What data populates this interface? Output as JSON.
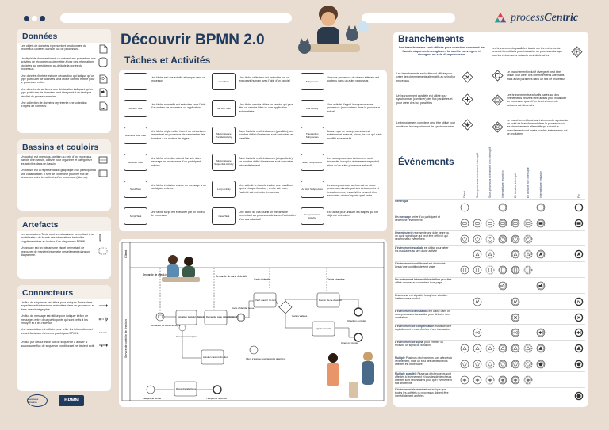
{
  "header": {
    "brand_prefix": "process",
    "brand_suffix": "Centric",
    "main_title": "Découvrir BPMN 2.0"
  },
  "left": {
    "donnees": {
      "title": "Données",
      "items": [
        {
          "text": "Les objets de données représentent les données du processus utilisées dans le flux de processus.",
          "icon": "data-object-icon"
        },
        {
          "text": "Un dépôt de données fournit un mécanisme permettant aux activités de récupérer ou de mettre à jour des informations stockées qui persisteront au-delà de la portée du processus.",
          "icon": "data-store-icon"
        },
        {
          "text": "Une donnée d'entrée est une déclaration qui indique qu'un type particulier de données sera utilisé comme entrée pour le processus entier.",
          "icon": "data-input-icon"
        },
        {
          "text": "Une donnée de sortie est une déclaration indiquant qu'un type particulier de données peut être produit en tant que résultat du processus entier.",
          "icon": "data-output-icon"
        },
        {
          "text": "Une collection de données représente une collection d'objets de données.",
          "icon": "data-collection-icon"
        }
      ]
    },
    "bassins": {
      "title": "Bassins et couloirs",
      "items": [
        {
          "text": "Un couloir est une sous-partition au sein d'un processus, parfois d'un bassin, utilisée pour organiser et catégoriser les activités dans un bassin.",
          "icon": "lane-icon"
        },
        {
          "text": "Un bassin est la représentation graphique d'un participant à une collaboration. Il sert de conteneur pour les flux de séquence entre les activités d'un processus (interne).",
          "icon": "pool-icon"
        }
      ]
    },
    "artefacts": {
      "title": "Artefacts",
      "items": [
        {
          "text": "Les annotations Texte sont un mécanisme permettant à un modélisateur de fournir des informations textuelles supplémentaires au lecteur d'un diagramme BPMN.",
          "icon": "annotation-icon"
        },
        {
          "text": "Un groupe est un mécanisme visuel permettant de regrouper de manière informelle des éléments dans un diagramme.",
          "icon": "group-icon"
        }
      ]
    },
    "connecteurs": {
      "title": "Connecteurs",
      "items": [
        {
          "text": "Un flux de séquence est utilisé pour indiquer l'ordre dans lequel les activités seront exécutées dans un processus et dans une chorégraphie.",
          "icon": "sequence-flow-icon"
        },
        {
          "text": "Un flux de message est utilisé pour indiquer le flux de messages entre deux participants qui sont prêts à les envoyer et à les recevoir.",
          "icon": "message-flow-icon"
        },
        {
          "text": "Une association est utilisée pour relier les informations et les artefacts aux éléments graphiques BPMN.",
          "icon": "association-icon"
        },
        {
          "text": "Un flux par défaut est le flux de séquence à activer si aucun autre flux de séquence conditionnel ne devient actif.",
          "icon": "default-flow-icon"
        }
      ]
    }
  },
  "taches": {
    "title": "Tâches et Activités",
    "cells": [
      {
        "box": "",
        "text": "Une tâche est une activité atomique dans un processus"
      },
      {
        "box": "User Task",
        "text": "Une tâche utilisateur est exécutée par un exécutant humain avec l'aide d'un logiciel"
      },
      {
        "box": "Subprocess",
        "text": "Un sous-processus de niveau inférieur est contenu dans un autre processus"
      },
      {
        "box": "Manual Task",
        "text": "Une tâche manuelle est exécutée sans l'aide d'un moteur de processus ou application"
      },
      {
        "box": "Service Task",
        "text": "Une tâche service utilise un service qui peut être un service Web ou une application automatisée"
      },
      {
        "box": "Call Activity",
        "text": "Une activité d'appel invoque un autre processus (non contenu dans le processus actuel)"
      },
      {
        "box": "Business Rule Task",
        "text": "Une tâche règle métier fournit un mécanisme permettant au processus de transmettre des données à un moteur de règles"
      },
      {
        "box": "Multi-instance Parallel Activity",
        "text": "Avec l'activité multi-instances (parallèle), un nombre défini d'instances sont exécutées en parallèle"
      },
      {
        "box": "Transaction Subprocess",
        "text": "Assure que ce sous-processus est entièrement exécuté, sinon, tout ce qui a été modifié sera annulé"
      },
      {
        "box": "Receive Task",
        "text": "Une tâche réception attend l'arrivée d'un message en provenance d'un participant externe"
      },
      {
        "box": "Multi-instance Sequential Activity",
        "text": "Avec l'activité multi-instances (séquentielle), un nombre défini d'instances sont exécutées séquentiellement"
      },
      {
        "box": "Event Subprocess",
        "text": "Les sous-processus événement sont instanciés lorsqu'un événement se produit alors qu'un autre processus est actif"
      },
      {
        "box": "Send Task",
        "text": "Une tâche émission envoie un message à un participant externe"
      },
      {
        "box": "Loop Activity",
        "text": "Une activité en boucle évalue une condition après chaque itération ; si elle est vraie, l'activité est exécutée à nouveau"
      },
      {
        "box": "Ad Hoc Subprocess",
        "text": "Le sous-processus ad-hoc est un sous-processus dans lequel ses événements et branchements, les activités peuvent être exécutées dans n'importe quel ordre"
      },
      {
        "box": "Script Task",
        "text": "Une tâche script est exécutée par un moteur de processus"
      },
      {
        "box": "Case Task",
        "text": "Une tâche de cas fournit un mécanisme permettant au processus de lancer l'exécution d'un cas adaptatif"
      },
      {
        "box": "Compensation Activity",
        "text": "Est utilisé pour annuler les étapes qui ont déjà été exécutées"
      }
    ]
  },
  "diagram": {
    "lane_top": "Client",
    "lane_bottom": "Service de contrôle de check-in",
    "labels": {
      "demande_checkin": "Demande de check-in",
      "demande_carte": "Demande de carte d'identité",
      "carte_identite": "Carte d'identité",
      "cle_chambre": "Clé de chambre",
      "demande_checkin_recue": "Demande de check-in reçue",
      "actualiser": "Actualiser le statut check-in du client",
      "demander_carte": "Demander carte d'identité du client",
      "carte_recue": "Carte d'identité reçue",
      "verif_carte": "Vérif. quest'n ID card",
      "cartes_valides": "Cartes Valides",
      "donner_cle": "Donner clé de chambre",
      "checkin_complet": "Check-in complet",
      "appeler_securite": "Appeler sécurité",
      "checkin_rompu": "Check-in rompu",
      "checkin_incomplet": "Check-in incomplet",
      "annuler_checkin": "Annuler check-in du client",
      "client_esquive": "Client s'éloigne pour répondre téléphone",
      "repondre_tel": "Répondre téléphone",
      "telephone_sonne": "Téléphone sonne",
      "telephone_repondu": "Téléphone répondu"
    }
  },
  "branchements": {
    "title": "Branchements",
    "intro": "Les branchements sont utilisés pour contrôler comment les flux de séquence interagissent lorsqu'ils convergent et divergent au sein d'un processus",
    "items": [
      {
        "text": "Les branchements parallèles basés sur les événements peuvent être utilisés pour instancier un processus lorsque tous les événements suivants sont déclenchés",
        "icon": "parallel-event-gateway-icon"
      },
      {
        "text": "Les branchements exclusifs sont utilisés pour créer des cheminements alternatifs au sein d'un processus",
        "icon": "exclusive-gateway-icon"
      },
      {
        "text": "Le branchement inclusif diverge et peut être utilisé pour créer des cheminements alternatifs mais aussi parallèles dans un flux de processus",
        "icon": "inclusive-gateway-icon"
      },
      {
        "text": "Un branchement parallèle est utilisé pour synchroniser (combiner) des flux parallèles et pour créer des flux parallèles",
        "icon": "parallel-gateway-icon"
      },
      {
        "text": "Les branchements exclusifs basés sur des événements peuvent être utilisés pour instancier un processus quand l'un des événements suivants est déclenché",
        "icon": "exclusive-event-gateway-icon"
      },
      {
        "text": "Le branchement complexe peut être utilisé pour modéliser le comportement de synchronisation",
        "icon": "complex-gateway-icon"
      },
      {
        "text": "Le branchement basé sur événements représente un point de branchement dans le processus où les cheminements alternatifs qui suivent le branchement sont basés sur des événements qui se produisent",
        "icon": "event-based-gateway-icon"
      }
    ]
  },
  "evenements": {
    "title": "Évènements",
    "columns": [
      "Début",
      "Sous-processus événement interruptif",
      "Sous-processus événement non interruptif",
      "Intermédiaire réception",
      "En bordure interruptif",
      "En bordure non interruptif",
      "Intermédiaire émission",
      "Fin"
    ],
    "rows": [
      {
        "label": "Générique",
        "desc": ""
      },
      {
        "label": "Un message",
        "desc": "arrive d'un participant et déclenche l'événement"
      },
      {
        "label": "Une minuterie",
        "desc": "représente une date heure ou un cycle spécifique qui peut être défini et qui déclenchera l'événement"
      },
      {
        "label": "L'événement escalade",
        "desc": "est utilisé pour gérer les escalades au sein d'une activité"
      },
      {
        "label": "L'événement conditionnel",
        "desc": "est déclenché lorsqu'une condition devient vraie"
      },
      {
        "label": "Un événement intermédiaire de lien",
        "desc": "peut être utilisé comme un connecteur hors page"
      },
      {
        "label": "Une erreur",
        "desc": "est signalée lorsqu'une situation inattendue se produit"
      },
      {
        "label": "L'événement d'annulation",
        "desc": "est utilisé dans un sous-processus transaction pour détecter son annulation"
      },
      {
        "label": "L'événement de compensation",
        "desc": "est déclenché explicitement en cas d'échec d'une transaction"
      },
      {
        "label": "L'événement de signal",
        "desc": "pour émettre ou recevoir un signal de diffusion"
      },
      {
        "label": "Multiple",
        "desc": "Plusieurs déclencheurs sont affectés à l'événement, mais un seul des déclencheurs affectés est nécessaire"
      },
      {
        "label": "Multiple parallèle",
        "desc": "Plusieurs déclencheurs sont affectés à l'événement et tous les déclencheurs affectés sont nécessaires pour que l'événement soit déclenché"
      },
      {
        "label": "L'événement de terminaison",
        "desc": "indique que toutes les activités du processus doivent être immédiatement arrêtées"
      }
    ]
  },
  "footer": {
    "badge_label": "Business Process",
    "bpmn_label": "BPMN"
  },
  "colors": {
    "background": "#e8ddd0",
    "navy": "#1f3a5f",
    "panel": "#ffffff"
  }
}
